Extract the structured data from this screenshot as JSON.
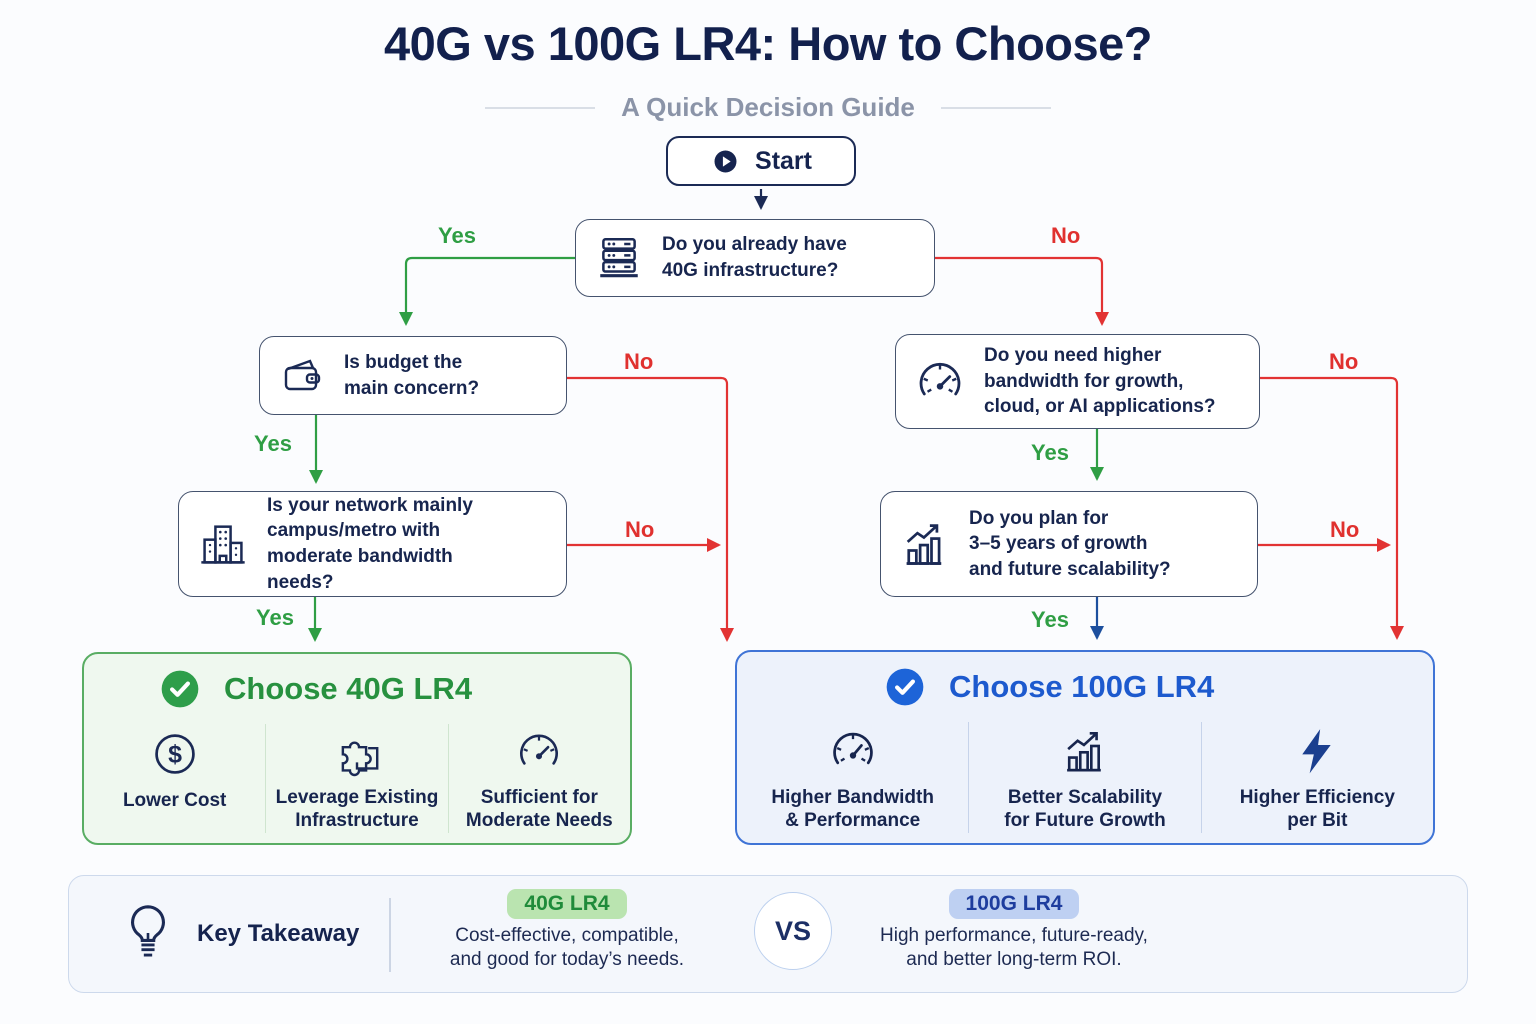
{
  "header": {
    "title": "40G vs 100G LR4: How to Choose?",
    "subtitle": "A Quick Decision Guide"
  },
  "nodes": {
    "start": {
      "label": "Start",
      "icon": "play-icon"
    },
    "infra": {
      "text": "Do you already have\n40G infrastructure?",
      "icon": "server-icon"
    },
    "budget": {
      "text": "Is budget the\nmain concern?",
      "icon": "wallet-icon"
    },
    "campus": {
      "text": "Is your network mainly\ncampus/metro with\nmoderate bandwidth needs?",
      "icon": "building-icon"
    },
    "bandwidth": {
      "text": "Do you need higher\nbandwidth for growth,\ncloud, or AI applications?",
      "icon": "gauge-icon"
    },
    "growth": {
      "text": "Do you plan for\n3–5 years of growth\nand future scalability?",
      "icon": "chart-growth-icon"
    }
  },
  "edges": [
    {
      "label": "Yes",
      "from": "infra",
      "to": "budget",
      "color": "#2f9e44"
    },
    {
      "label": "No",
      "from": "infra",
      "to": "bandwidth",
      "color": "#e23333"
    },
    {
      "label": "Yes",
      "from": "budget",
      "to": "campus",
      "color": "#2f9e44"
    },
    {
      "label": "No",
      "from": "budget",
      "to": "choose-100g",
      "color": "#e23333"
    },
    {
      "label": "Yes",
      "from": "campus",
      "to": "choose-40g",
      "color": "#2f9e44"
    },
    {
      "label": "No",
      "from": "campus",
      "to": "choose-100g",
      "color": "#e23333"
    },
    {
      "label": "Yes",
      "from": "bandwidth",
      "to": "growth",
      "color": "#2f9e44"
    },
    {
      "label": "No",
      "from": "bandwidth",
      "to": "choose-100g",
      "color": "#e23333"
    },
    {
      "label": "Yes",
      "from": "growth",
      "to": "choose-100g",
      "color": "#2f9e44"
    },
    {
      "label": "No",
      "from": "growth",
      "to": "choose-100g",
      "color": "#e23333"
    }
  ],
  "results": {
    "g40": {
      "title": "Choose 40G LR4",
      "items": [
        {
          "icon": "dollar-icon",
          "label": "Lower Cost"
        },
        {
          "icon": "puzzle-icon",
          "label": "Leverage Existing\nInfrastructure"
        },
        {
          "icon": "gauge-icon",
          "label": "Sufficient for\nModerate Needs"
        }
      ]
    },
    "g100": {
      "title": "Choose 100G LR4",
      "items": [
        {
          "icon": "gauge-icon",
          "label": "Higher Bandwidth\n& Performance"
        },
        {
          "icon": "chart-growth-icon",
          "label": "Better Scalability\nfor Future Growth"
        },
        {
          "icon": "bolt-icon",
          "label": "Higher Efficiency\nper Bit"
        }
      ]
    }
  },
  "takeaway": {
    "title": "Key Takeaway",
    "vs": "VS",
    "g40": {
      "badge": "40G LR4",
      "text": "Cost-effective, compatible,\nand good for today’s needs."
    },
    "g100": {
      "badge": "100G LR4",
      "text": "High performance, future-ready,\nand better long-term ROI."
    }
  },
  "colors": {
    "navy": "#17254e",
    "green": "#2f9e44",
    "red": "#e23333",
    "blue": "#1d5ace",
    "green_box_bg": "#eff8ef",
    "blue_box_bg": "#edf2fb"
  }
}
